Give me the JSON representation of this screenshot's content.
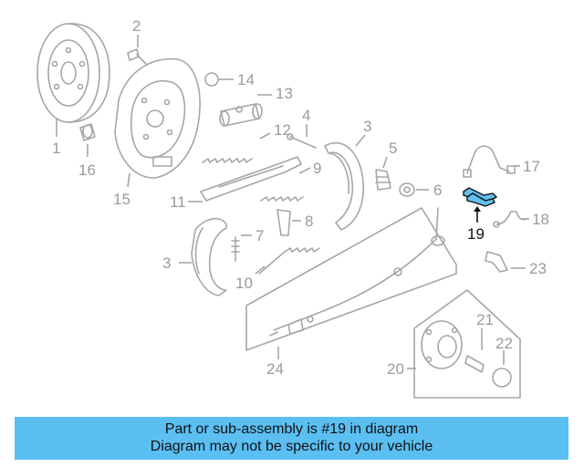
{
  "diagram": {
    "highlighted_part": "19",
    "callouts": [
      "1",
      "2",
      "3",
      "3",
      "4",
      "5",
      "6",
      "7",
      "8",
      "9",
      "10",
      "11",
      "12",
      "13",
      "14",
      "15",
      "16",
      "17",
      "18",
      "19",
      "20",
      "21",
      "22",
      "23",
      "24"
    ]
  },
  "banner": {
    "line1": "Part or sub-assembly is #19 in diagram",
    "line2": "Diagram may not be specific to your vehicle",
    "background": "#5bbff2"
  },
  "colors": {
    "line_art": "#a6a6a6",
    "highlight": "#63bff0"
  }
}
